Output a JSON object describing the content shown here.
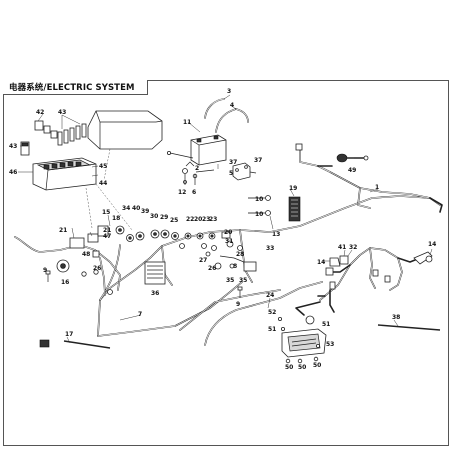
{
  "title": "电器系统/ELECTRIC SYSTEM",
  "callouts": [
    "1",
    "2",
    "3",
    "4",
    "5",
    "6",
    "7",
    "8",
    "9",
    "10",
    "11",
    "12",
    "13",
    "14",
    "15",
    "16",
    "17",
    "18",
    "19",
    "20",
    "21",
    "22",
    "23",
    "24",
    "25",
    "26",
    "27",
    "28",
    "29",
    "30",
    "31",
    "32",
    "33",
    "34",
    "35",
    "36",
    "37",
    "38",
    "39",
    "40",
    "41",
    "42",
    "43",
    "44",
    "45",
    "46",
    "47",
    "48",
    "49",
    "50",
    "51",
    "52",
    "53"
  ],
  "callout_marks": {
    "c42": "42",
    "c43a": "43",
    "c43b": "43",
    "c46": "46",
    "c45": "45",
    "c44": "44",
    "c3": "3",
    "c4": "4",
    "c11": "11",
    "c2": "2",
    "c12": "12",
    "c6": "6",
    "c37a": "37",
    "c37b": "37",
    "c5": "5",
    "c49": "49",
    "c1": "1",
    "c10a": "10",
    "c10b": "10",
    "c19": "19",
    "c13": "13",
    "c15": "15",
    "c21a": "21",
    "c21b": "21",
    "c18": "18",
    "c34": "34",
    "c40": "40",
    "c39": "39",
    "c30": "30",
    "c29": "29",
    "c25": "25",
    "c47": "47",
    "c22": "22",
    "c20a": "20",
    "c23a": "23",
    "c23b": "23",
    "c20b": "20",
    "c31": "31",
    "c48": "48",
    "c26a": "26",
    "c9a": "9",
    "c9b": "9",
    "c16": "16",
    "c27": "27",
    "c26b": "26",
    "c28": "28",
    "c8": "8",
    "c35a": "35",
    "c35b": "35",
    "c36": "36",
    "c33": "33",
    "c41": "41",
    "c32": "32",
    "c14a": "14",
    "c14b": "14",
    "c7": "7",
    "c24": "24",
    "c17": "17",
    "c38": "38",
    "c50a": "50",
    "c50b": "50",
    "c50c": "50",
    "c51a": "51",
    "c51b": "51",
    "c52": "52",
    "c53": "53"
  }
}
